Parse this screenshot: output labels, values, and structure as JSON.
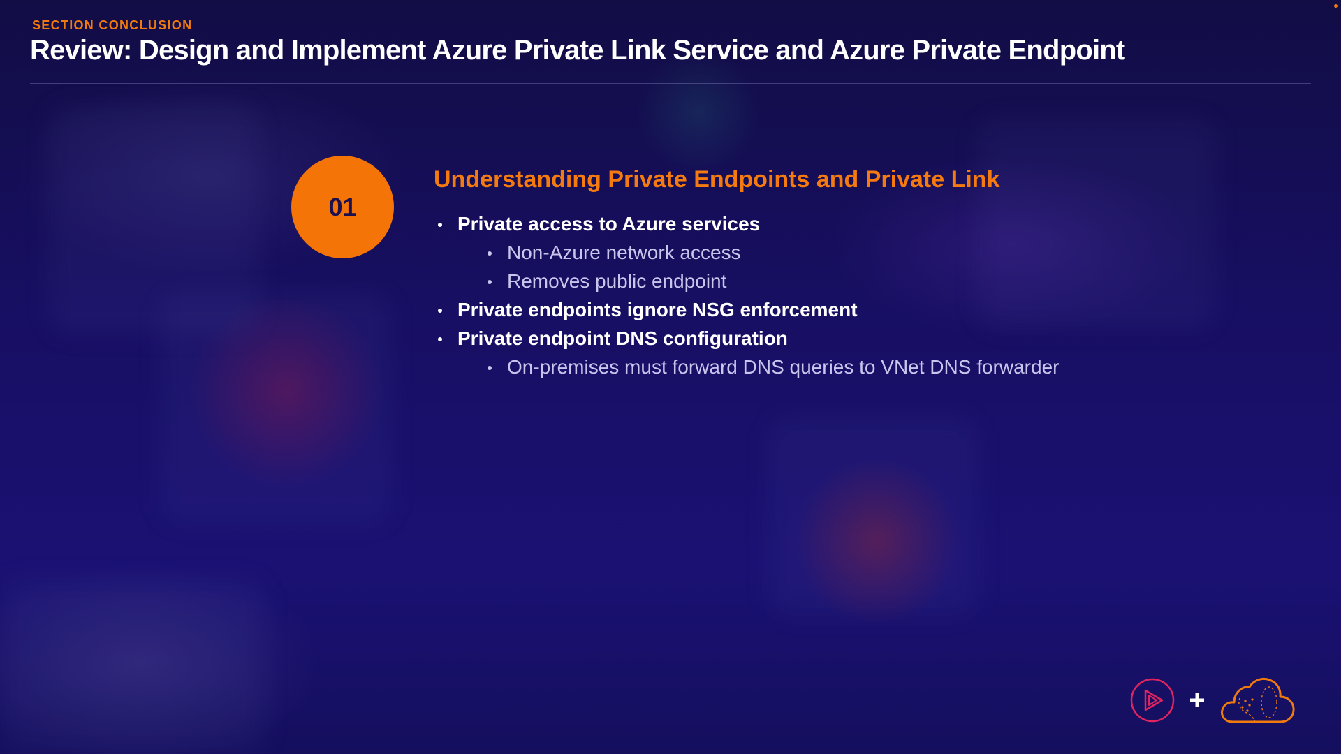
{
  "header": {
    "eyebrow": "SECTION CONCLUSION",
    "title": "Review: Design and Implement Azure Private Link Service and Azure Private Endpoint"
  },
  "section": {
    "number": "01",
    "heading": "Understanding Private Endpoints and Private Link",
    "bullets": [
      {
        "level": 1,
        "text": "Private access to Azure services"
      },
      {
        "level": 2,
        "text": "Non-Azure network access"
      },
      {
        "level": 2,
        "text": "Removes public endpoint"
      },
      {
        "level": 1,
        "text": "Private endpoints ignore NSG enforcement"
      },
      {
        "level": 1,
        "text": "Private endpoint DNS configuration"
      },
      {
        "level": 2,
        "text": "On-premises must forward DNS queries to VNet DNS forwarder"
      }
    ]
  },
  "branding": {
    "icons": [
      "play-logo-icon",
      "plus-icon",
      "cloud-logo-icon"
    ]
  },
  "colors": {
    "accent_orange": "#f57408",
    "background": "#170f62",
    "title_text": "#ffffff",
    "sub_bullet_text": "#c9c5ec",
    "play_logo": "#e0245e"
  }
}
